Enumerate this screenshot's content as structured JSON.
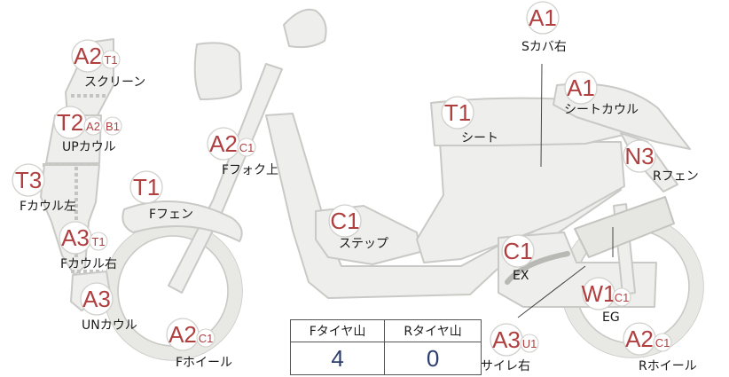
{
  "parts": [
    {
      "id": "s-cover-right",
      "badges": [
        {
          "code": "A1"
        }
      ],
      "label": "Sカバ右"
    },
    {
      "id": "screen",
      "badges": [
        {
          "code": "A2"
        },
        {
          "code": "T1"
        }
      ],
      "label": "スクリーン"
    },
    {
      "id": "seat-cowl",
      "badges": [
        {
          "code": "A1"
        }
      ],
      "label": "シートカウル"
    },
    {
      "id": "seat",
      "badges": [
        {
          "code": "T1"
        }
      ],
      "label": "シート"
    },
    {
      "id": "up-cowl",
      "badges": [
        {
          "code": "T2"
        },
        {
          "code": "A2"
        },
        {
          "code": "B1"
        }
      ],
      "label": "UPカウル"
    },
    {
      "id": "f-fork-upper",
      "badges": [
        {
          "code": "A2"
        },
        {
          "code": "C1"
        }
      ],
      "label": "Fフォク上"
    },
    {
      "id": "r-fender",
      "badges": [
        {
          "code": "N3"
        }
      ],
      "label": "Rフェン"
    },
    {
      "id": "f-cowl-left",
      "badges": [
        {
          "code": "T3"
        }
      ],
      "label": "Fカウル左"
    },
    {
      "id": "f-fender",
      "badges": [
        {
          "code": "T1"
        }
      ],
      "label": "Fフェン"
    },
    {
      "id": "step",
      "badges": [
        {
          "code": "C1"
        }
      ],
      "label": "ステップ"
    },
    {
      "id": "f-cowl-right",
      "badges": [
        {
          "code": "A3"
        },
        {
          "code": "T1"
        }
      ],
      "label": "Fカウル右"
    },
    {
      "id": "exhaust",
      "badges": [
        {
          "code": "C1"
        }
      ],
      "label": "EX"
    },
    {
      "id": "un-cowl",
      "badges": [
        {
          "code": "A3"
        }
      ],
      "label": "UNカウル"
    },
    {
      "id": "engine",
      "badges": [
        {
          "code": "W1"
        },
        {
          "code": "C1"
        }
      ],
      "label": "EG"
    },
    {
      "id": "f-wheel",
      "badges": [
        {
          "code": "A2"
        },
        {
          "code": "C1"
        }
      ],
      "label": "Fホイール"
    },
    {
      "id": "muffler-right",
      "badges": [
        {
          "code": "A3"
        },
        {
          "code": "U1"
        }
      ],
      "label": "サイレ右"
    },
    {
      "id": "r-wheel",
      "badges": [
        {
          "code": "A2"
        },
        {
          "code": "C1"
        }
      ],
      "label": "Rホイール"
    }
  ],
  "tire_counter": {
    "front_header": "Fタイヤ山",
    "rear_header": "Rタイヤ山",
    "front_value": "4",
    "rear_value": "0"
  },
  "colors": {
    "badge_text": "#b04040",
    "value_text": "#2c3e6b",
    "part_fill": "#eeeeec",
    "part_stroke": "#c9c9c6"
  }
}
